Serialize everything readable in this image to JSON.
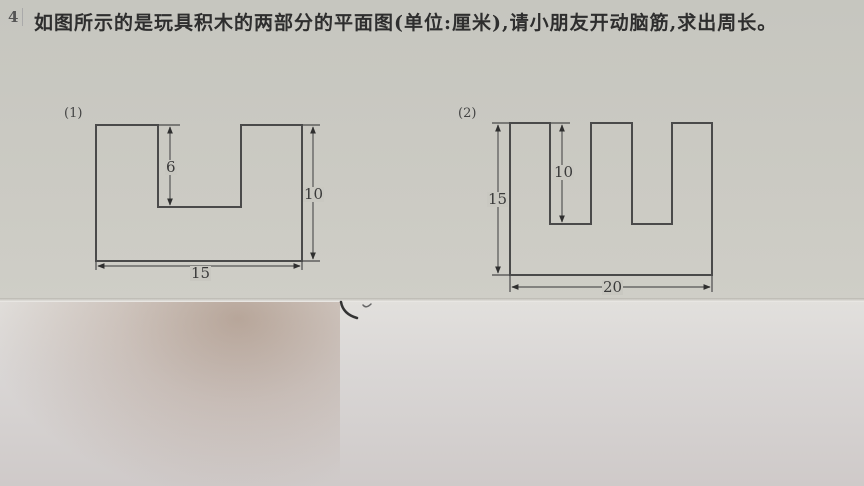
{
  "question": {
    "number": "4",
    "text": "如图所示的是玩具积木的两部分的平面图(单位:厘米),请小朋友开动脑筋,求出周长。"
  },
  "figures": [
    {
      "label": "(1)",
      "dimensions": {
        "notch_depth": "6",
        "height": "10",
        "width": "15"
      }
    },
    {
      "label": "(2)",
      "dimensions": {
        "notch_depth": "10",
        "height": "15",
        "width": "20"
      }
    }
  ],
  "colors": {
    "paper_top": "#c9c8c1",
    "paper_bottom": "#ddd9d7",
    "ink": "#3a3a3a"
  }
}
